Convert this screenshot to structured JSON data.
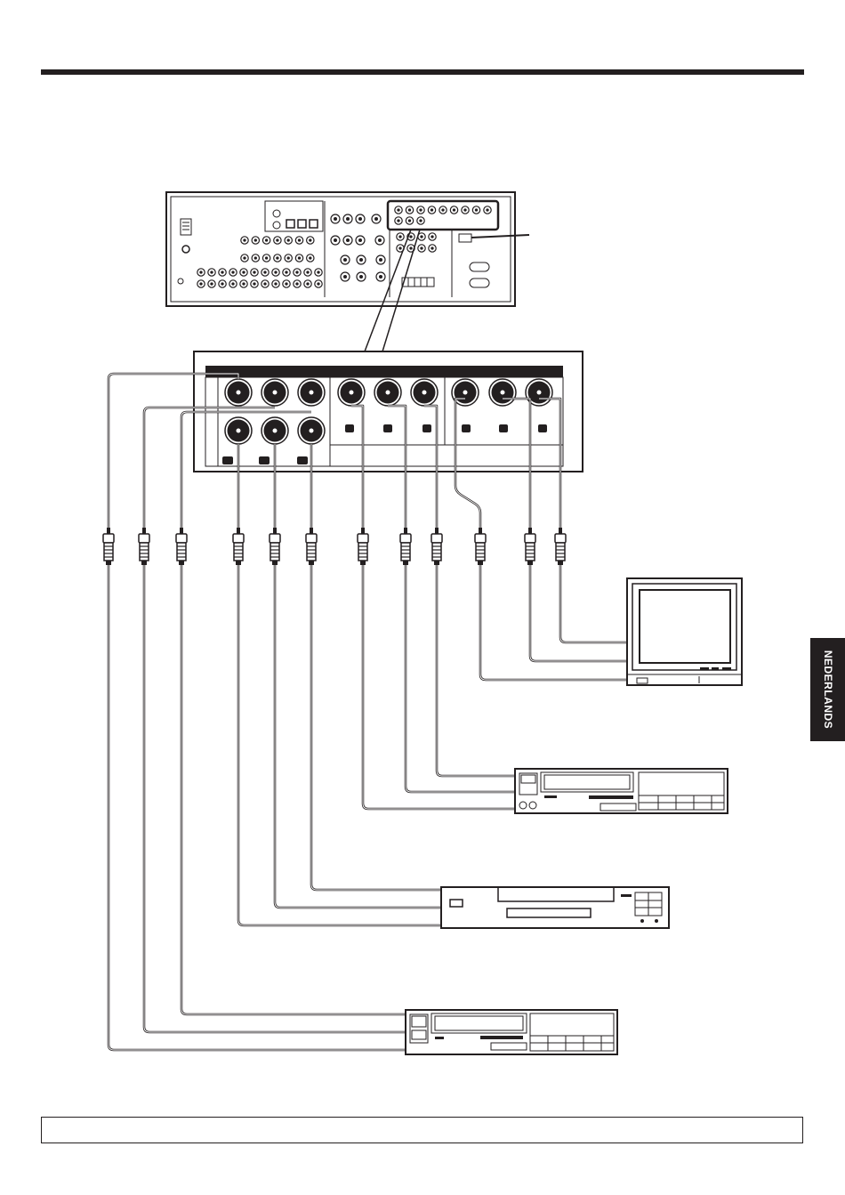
{
  "side_tab": {
    "label": "NEDERLANDS"
  },
  "note_box": {
    "text": ""
  },
  "colors": {
    "ink": "#231f20",
    "paper": "#ffffff",
    "panel_band": "#231f20"
  },
  "terminals": {
    "top_row_count": 9,
    "bottom_row_count": 3,
    "plug_count": 12
  },
  "devices": [
    {
      "id": "receiver",
      "icon": "receiver-rear-panel-icon"
    },
    {
      "id": "tv",
      "icon": "television-icon"
    },
    {
      "id": "vcr-upper",
      "icon": "video-recorder-icon"
    },
    {
      "id": "dvd",
      "icon": "dvd-player-icon"
    },
    {
      "id": "vcr-lower",
      "icon": "video-recorder-icon"
    }
  ]
}
